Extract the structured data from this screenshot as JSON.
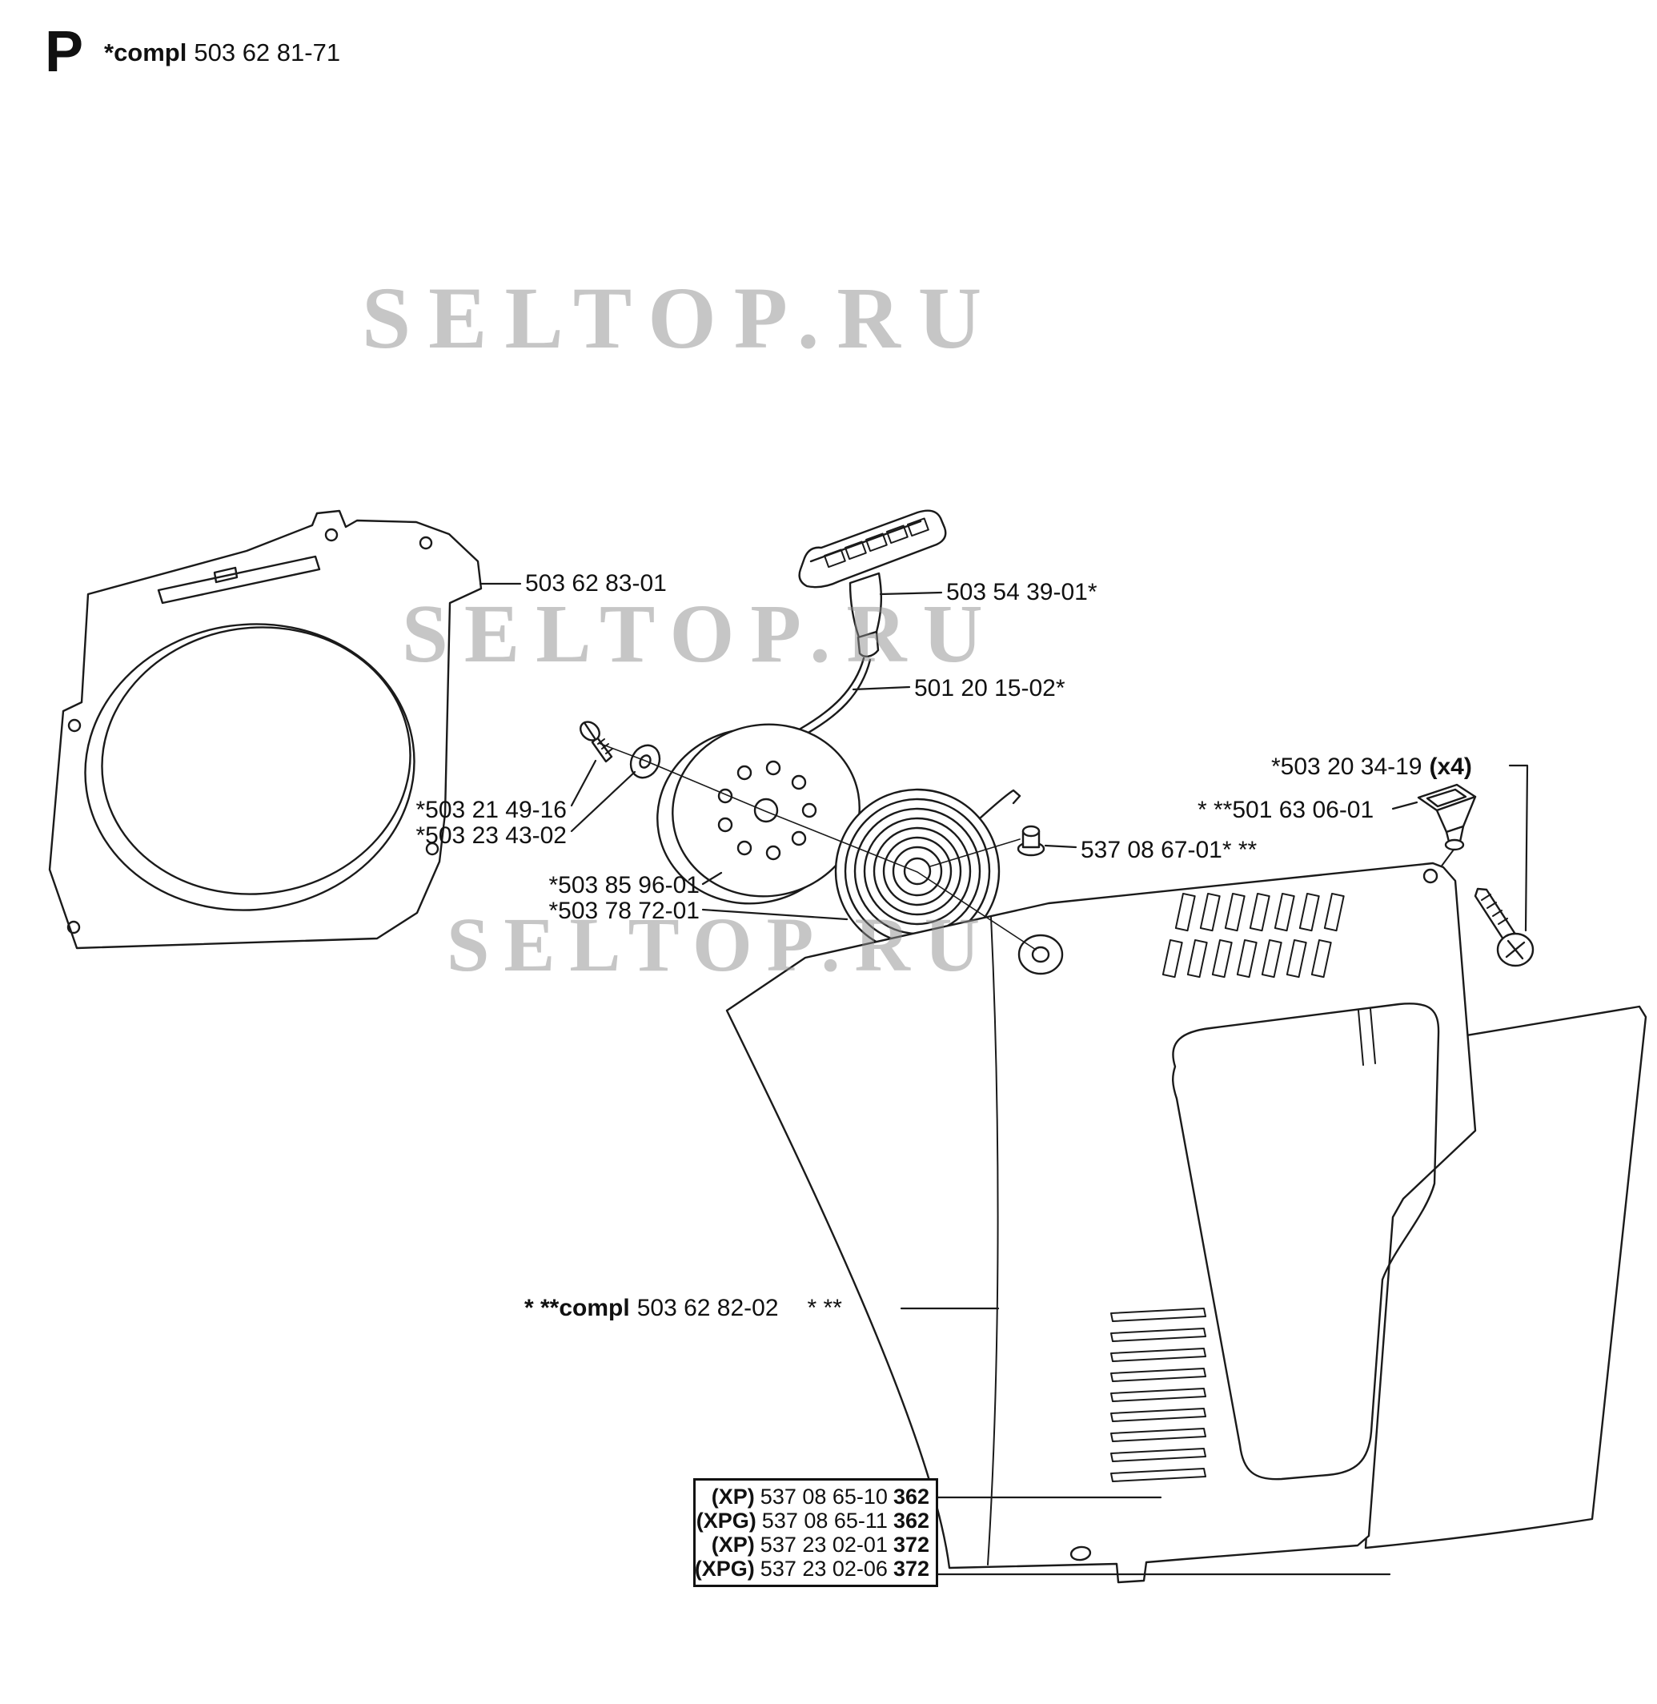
{
  "header": {
    "section_letter": "P",
    "assembly": {
      "prefix": "*compl",
      "number": "503 62 81-71"
    }
  },
  "watermark": {
    "text": "SELTOP.RU"
  },
  "parts": {
    "fan_housing": {
      "label": "503 62 83-01"
    },
    "starter_handle": {
      "label": "503 54 39-01*"
    },
    "starter_rope": {
      "label": "501 20 15-02*"
    },
    "pulley_screw": {
      "label": "*503 21 49-16"
    },
    "washer": {
      "label": "*503 23 43-02"
    },
    "starter_pulley": {
      "label": "*503 85 96-01"
    },
    "recoil_spring": {
      "label": "*503 78 72-01"
    },
    "bushing": {
      "label": "537 08 67-01* **"
    },
    "cover_screw": {
      "label": "*503 20 34-19",
      "qty": "(x4)"
    },
    "rope_guide": {
      "label": "* **501 63 06-01"
    },
    "starter_cover": {
      "prefix": "* **compl",
      "number": "503 62 82-02",
      "suffix": "* **"
    }
  },
  "variants": {
    "rows": [
      {
        "model": "(XP)",
        "number": "537 08 65-10",
        "saw": "362"
      },
      {
        "model": "(XPG)",
        "number": "537 08 65-11",
        "saw": "362"
      },
      {
        "model": "(XP)",
        "number": "537 23 02-01",
        "saw": "372"
      },
      {
        "model": "(XPG)",
        "number": "537 23 02-06",
        "saw": "372"
      }
    ]
  }
}
